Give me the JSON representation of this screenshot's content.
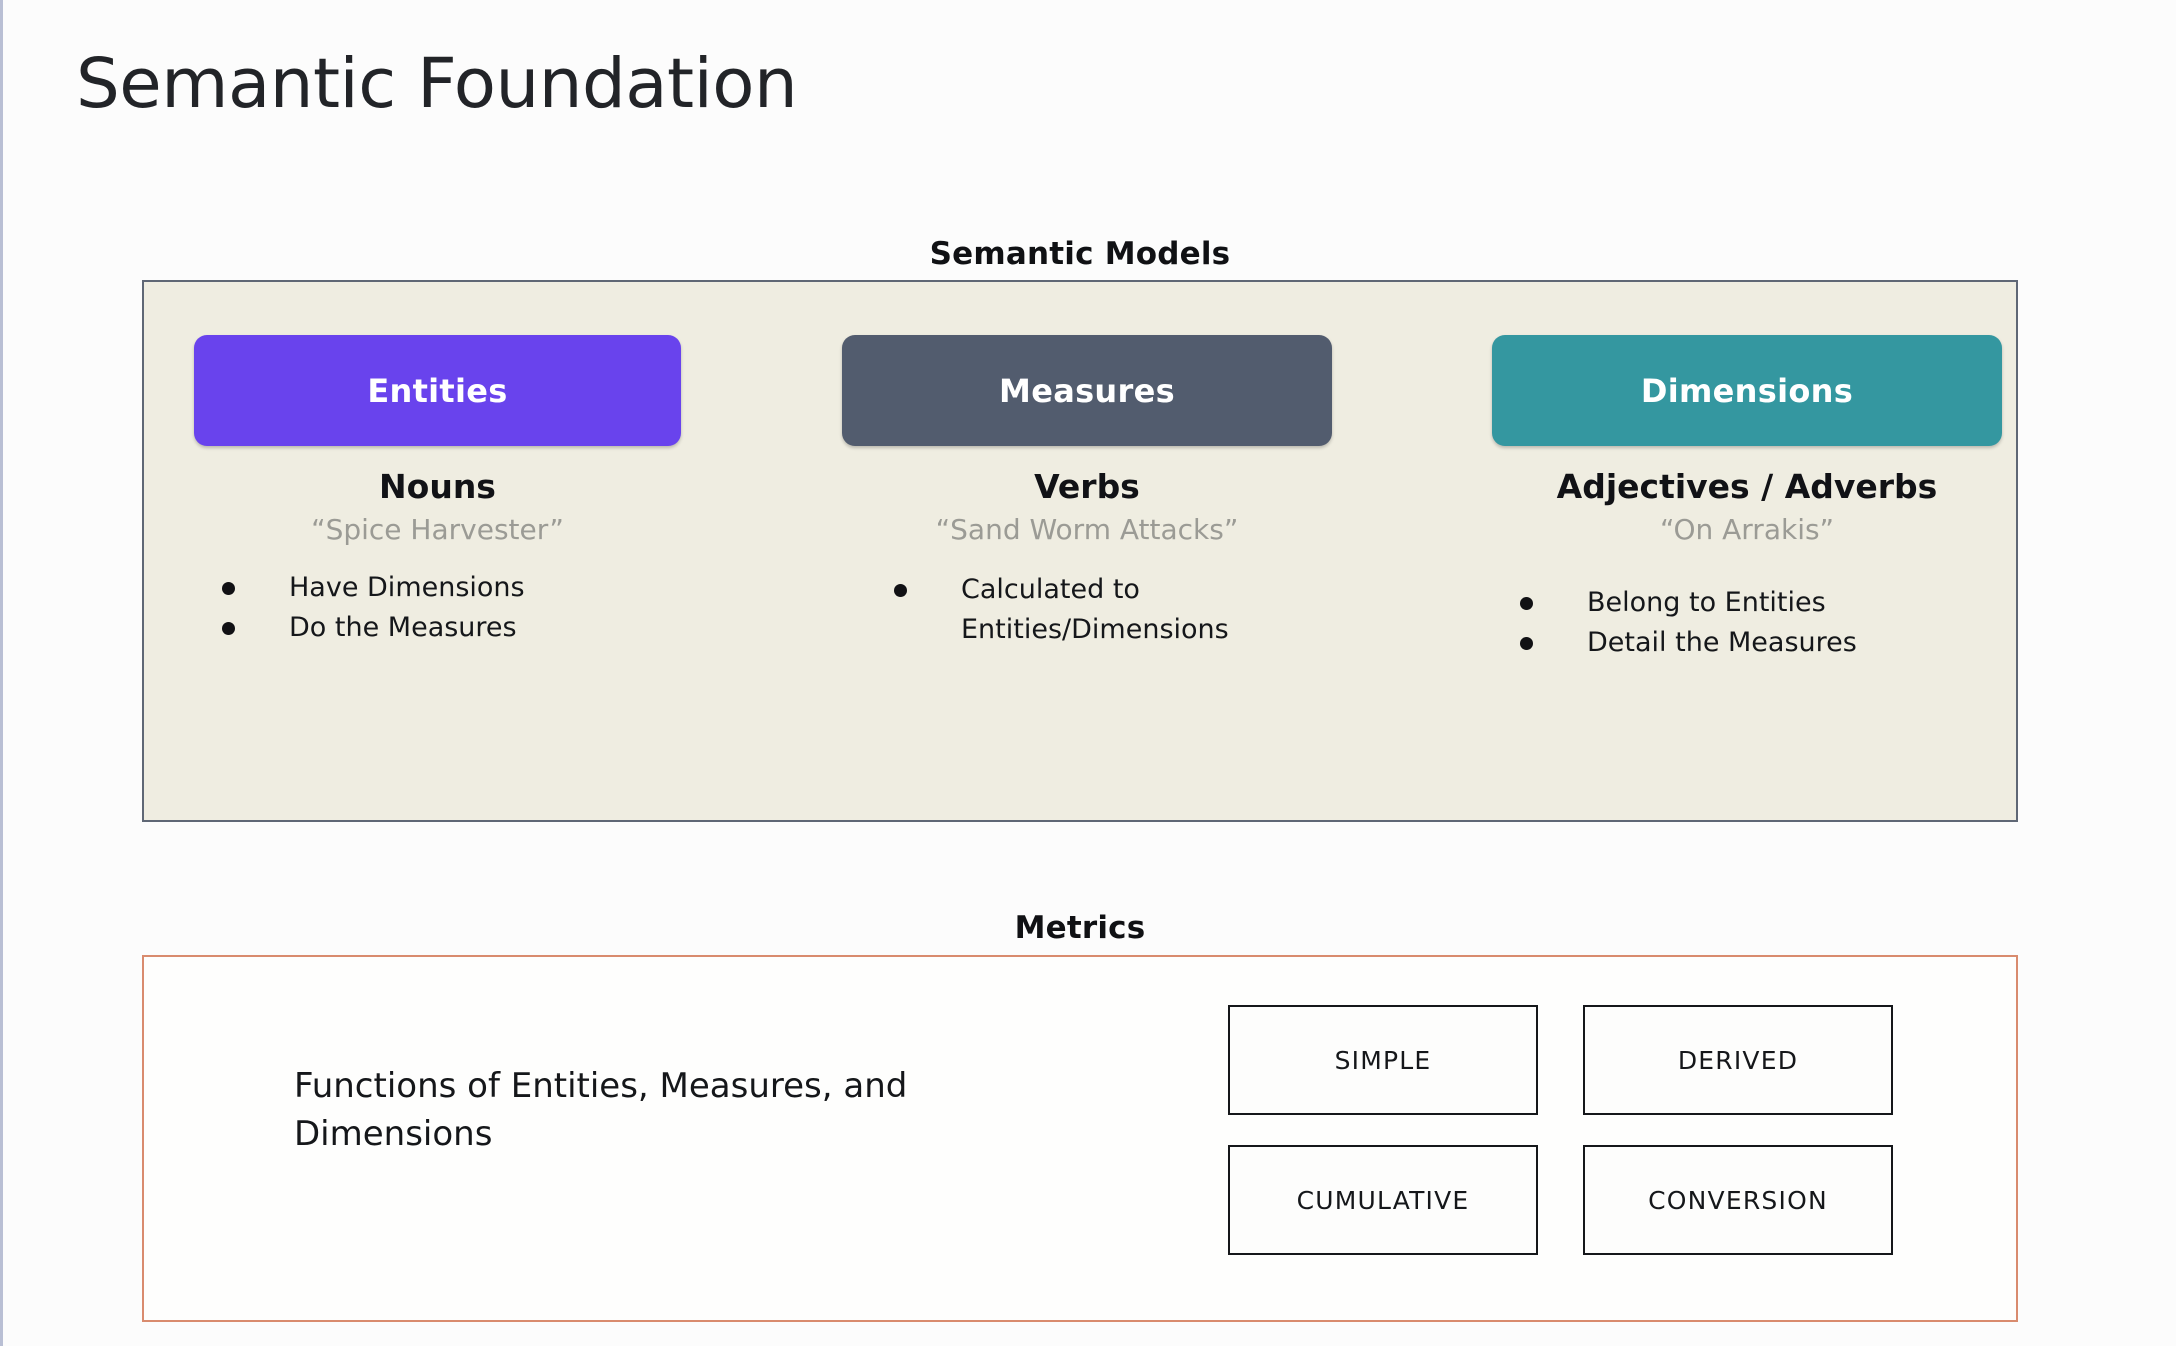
{
  "slide": {
    "title": "Semantic Foundation",
    "background_color": "#FCFCFC"
  },
  "semantic_models": {
    "caption": "Semantic Models",
    "panel_bg": "#EFEDE1",
    "panel_border": "#5F6775",
    "columns": [
      {
        "pill_label": "Entities",
        "pill_color": "#6943ED",
        "heading": "Nouns",
        "example": "“Spice Harvester”",
        "bullets": [
          "Have Dimensions",
          "Do the Measures"
        ]
      },
      {
        "pill_label": "Measures",
        "pill_color": "#525C6E",
        "heading": "Verbs",
        "example": "“Sand Worm Attacks”",
        "bullets": [
          "Calculated to Entities/Dimensions"
        ]
      },
      {
        "pill_label": "Dimensions",
        "pill_color": "#3497A0",
        "heading": "Adjectives / Adverbs",
        "example": "“On Arrakis”",
        "bullets": [
          "Belong to Entities",
          "Detail the Measures"
        ]
      }
    ]
  },
  "metrics": {
    "caption": "Metrics",
    "panel_border": "#D98B6E",
    "description": "Functions of Entities, Measures, and Dimensions",
    "types": [
      "SIMPLE",
      "DERIVED",
      "CUMULATIVE",
      "CONVERSION"
    ]
  }
}
